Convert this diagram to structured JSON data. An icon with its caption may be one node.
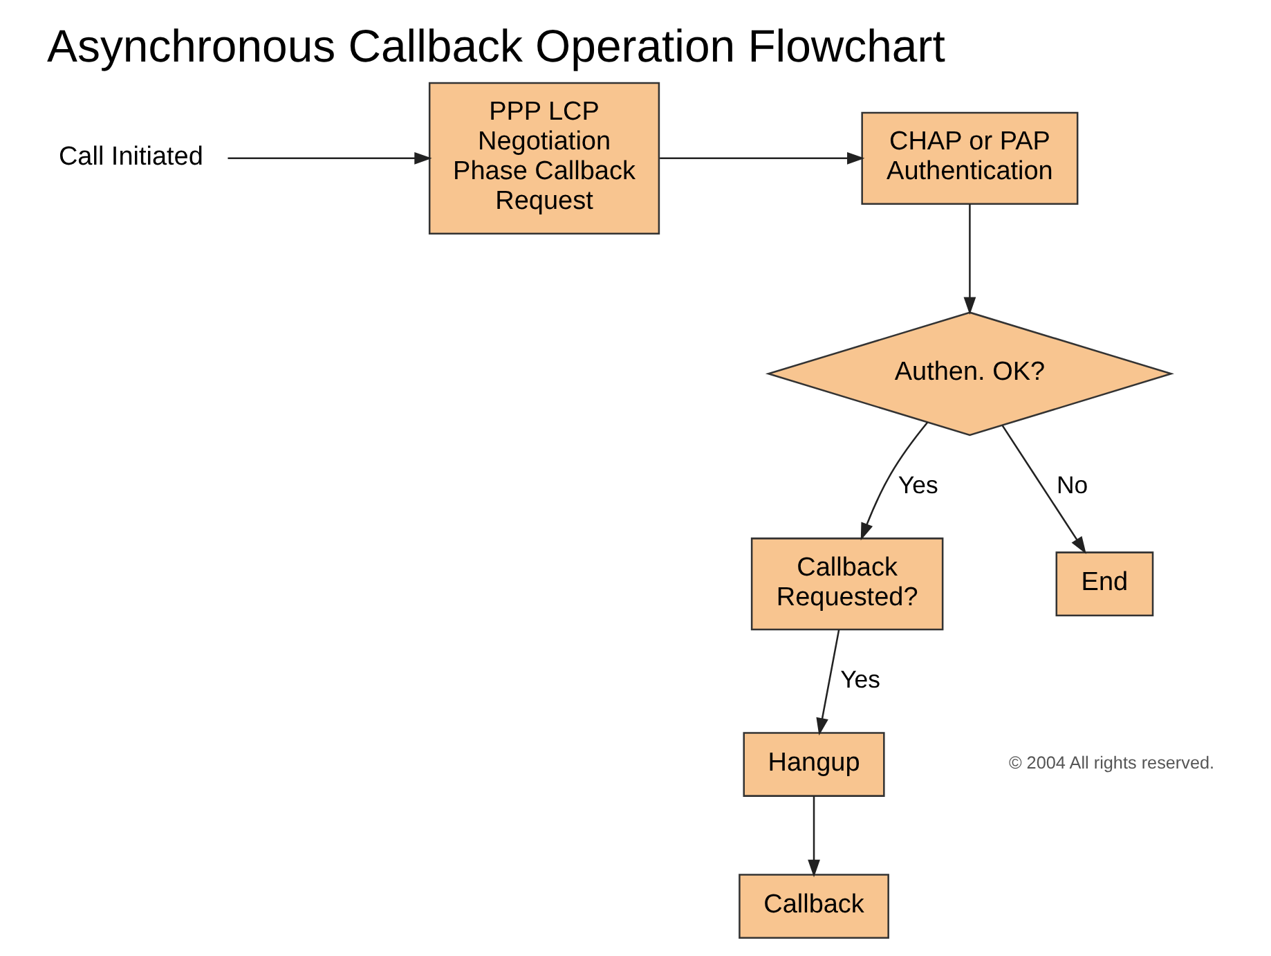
{
  "diagram": {
    "title": "Asynchronous Callback Operation Flowchart",
    "nodes": [
      {
        "text": [
          "Call Initiated"
        ]
      },
      {
        "text": [
          "PPP LCP Negotiation Phase Callback Request"
        ]
      },
      {
        "text": [
          "CHAP or PAP Authentication"
        ]
      },
      {
        "text": [
          "Authen. OK?"
        ]
      },
      {
        "text": [
          "Callback Requested?"
        ]
      },
      {
        "text": [
          "Hangup"
        ]
      },
      {
        "text": [
          "Callback"
        ]
      },
      {
        "text": [
          "End"
        ]
      }
    ],
    "edges": [
      {
        "from": 0,
        "to": 1,
        "arrow": "to"
      },
      {
        "from": 1,
        "to": 2,
        "arrow": "to"
      },
      {
        "from": 2,
        "to": 3,
        "arrow": "to"
      },
      {
        "from": 3,
        "to": 4,
        "arrow": "to",
        "label": "Yes"
      },
      {
        "from": 4,
        "to": 5,
        "arrow": "to",
        "label": "Yes"
      },
      {
        "from": 5,
        "to": 6,
        "arrow": "to"
      },
      {
        "from": 3,
        "to": 7,
        "arrow": "to",
        "label": "No"
      }
    ],
    "labels": [
      "© 2004 All rights reserved."
    ]
  }
}
